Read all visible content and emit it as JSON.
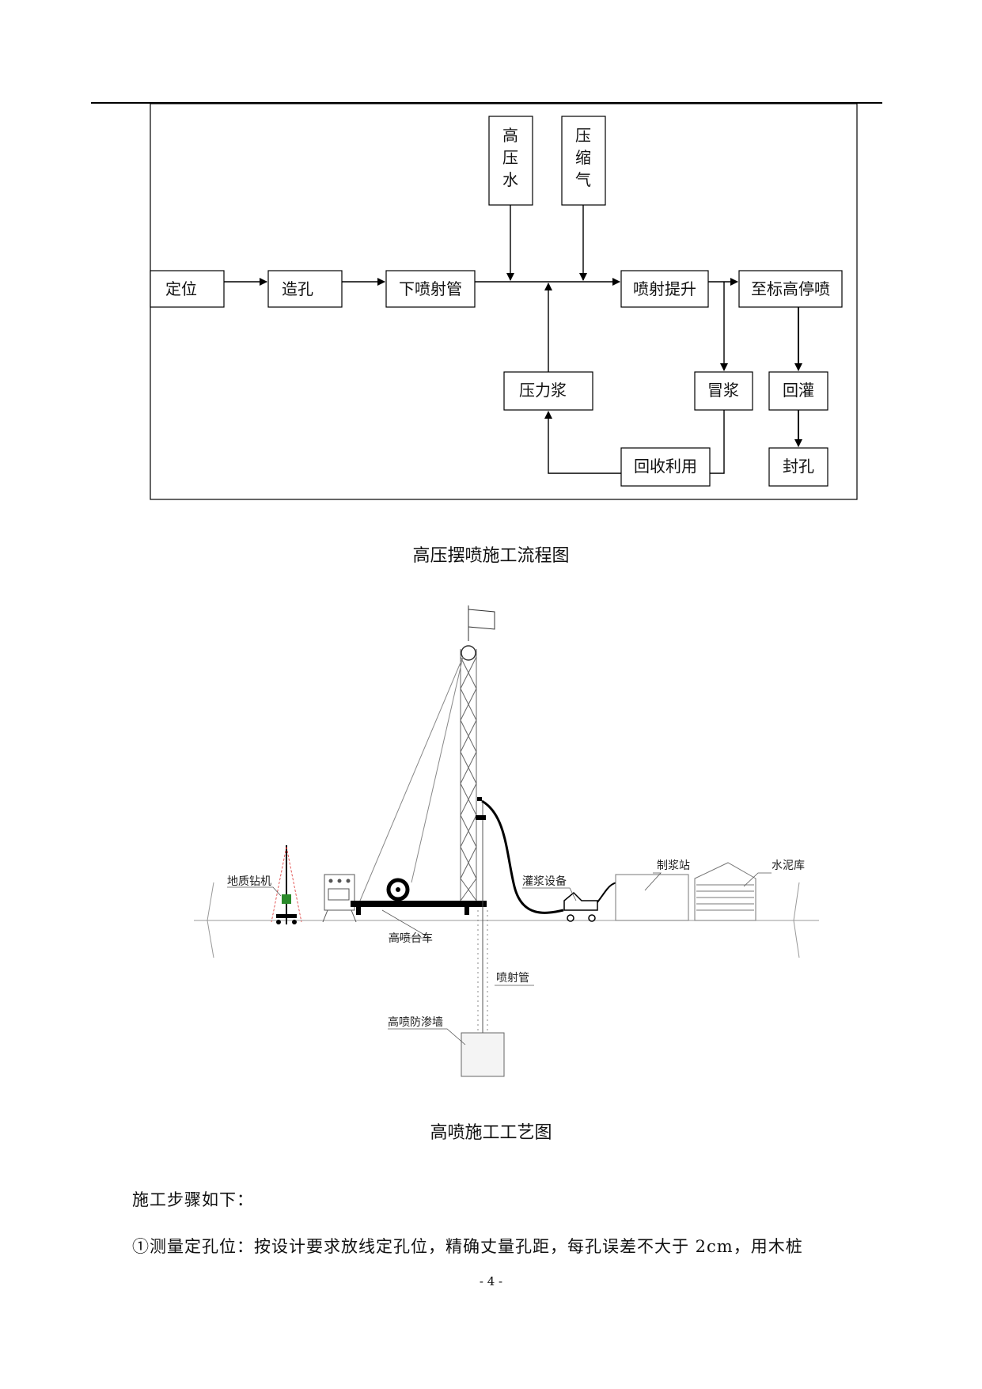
{
  "flowchart": {
    "title": "高压摆喷施工流程图",
    "boxes": {
      "locate": "定位",
      "drill": "造孔",
      "lower_pipe": "下喷射管",
      "hp_water": [
        "高",
        "压",
        "水"
      ],
      "comp_air": [
        "压",
        "缩",
        "气"
      ],
      "jet_lift": "喷射提升",
      "stop_jet": "至标高停喷",
      "pressure_slurry": "压力浆",
      "overflow": "冒浆",
      "backfill": "回灌",
      "recycle": "回收利用",
      "seal": "封孔"
    }
  },
  "process_diagram": {
    "title": "高喷施工工艺图",
    "labels": {
      "drill_rig": "地质钻机",
      "cart": "高喷台车",
      "grout_equipment": "灌浆设备",
      "mixing_station": "制浆站",
      "cement_store": "水泥库",
      "jet_pipe": "喷射管",
      "cutoff_wall": "高喷防渗墙"
    }
  },
  "body": {
    "steps_heading": "施工步骤如下：",
    "step1": "①测量定孔位：按设计要求放线定孔位，精确丈量孔距，每孔误差不大于 2cm，用木桩"
  },
  "page_number": "- 4 -"
}
